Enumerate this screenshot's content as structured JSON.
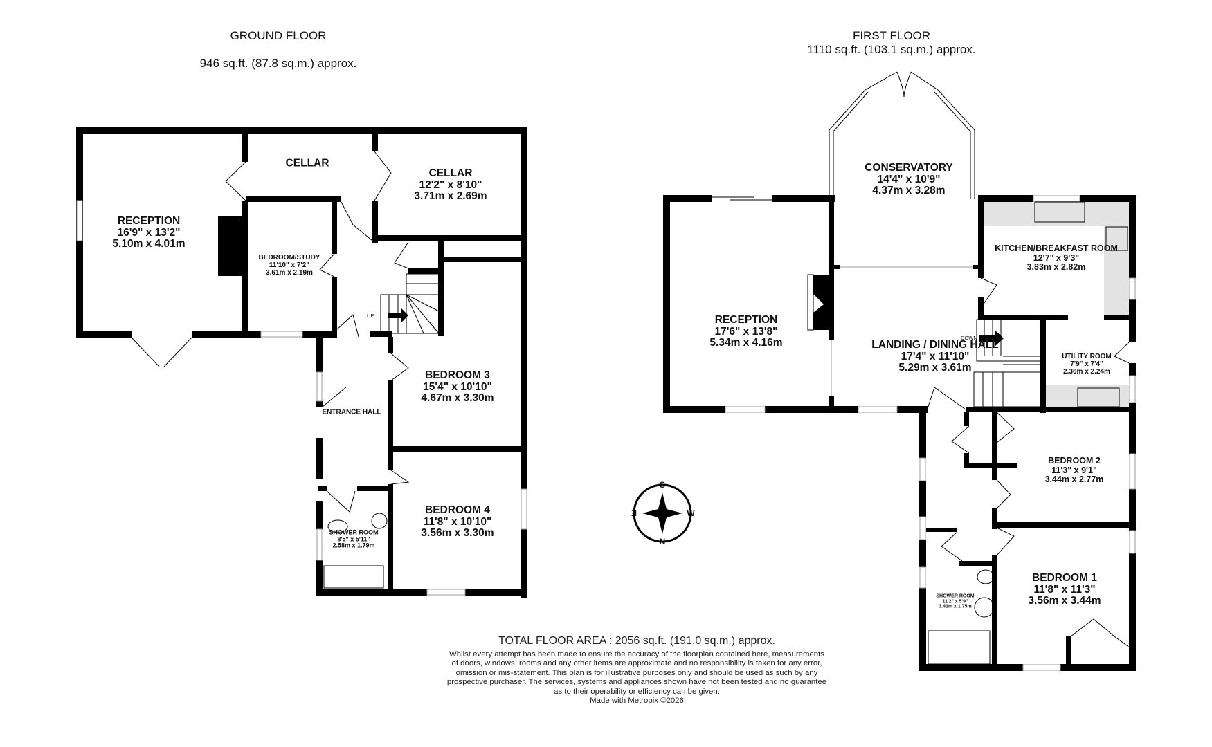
{
  "ground_floor": {
    "title": "GROUND FLOOR",
    "area": "946 sq.ft. (87.8 sq.m.) approx.",
    "rooms": [
      {
        "name": "RECEPTION",
        "imperial": "16'9\"  x 13'2\"",
        "metric": "5.10m  x 4.01m"
      },
      {
        "name": "CELLAR",
        "imperial": "",
        "metric": ""
      },
      {
        "name": "CELLAR",
        "imperial": "12'2\"  x 8'10\"",
        "metric": "3.71m  x 2.69m"
      },
      {
        "name": "BEDROOM/STUDY",
        "imperial": "11'10\"  x 7'2\"",
        "metric": "3.61m  x 2.19m"
      },
      {
        "name": "BEDROOM 3",
        "imperial": "15'4\"  x 10'10\"",
        "metric": "4.67m  x 3.30m"
      },
      {
        "name": "ENTRANCE HALL",
        "imperial": "",
        "metric": ""
      },
      {
        "name": "BEDROOM 4",
        "imperial": "11'8\"  x 10'10\"",
        "metric": "3.56m  x 3.30m"
      },
      {
        "name": "SHOWER ROOM",
        "imperial": "8'5\"  x 5'11\"",
        "metric": "2.58m  x 1.79m"
      }
    ],
    "stairs_label": "UP"
  },
  "first_floor": {
    "title": "FIRST FLOOR",
    "area": "1110 sq.ft. (103.1 sq.m.) approx.",
    "rooms": [
      {
        "name": "CONSERVATORY",
        "imperial": "14'4\"  x 10'9\"",
        "metric": "4.37m  x 3.28m"
      },
      {
        "name": "RECEPTION",
        "imperial": "17'6\"  x 13'8\"",
        "metric": "5.34m  x 4.16m"
      },
      {
        "name": "KITCHEN/BREAKFAST ROOM",
        "imperial": "12'7\"  x 9'3\"",
        "metric": "3.83m  x 2.82m"
      },
      {
        "name": "LANDING / DINING HALL",
        "imperial": "17'4\"  x 11'10\"",
        "metric": "5.29m  x 3.61m"
      },
      {
        "name": "UTILITY ROOM",
        "imperial": "7'9\"  x 7'4\"",
        "metric": "2.36m  x 2.24m"
      },
      {
        "name": "BEDROOM 2",
        "imperial": "11'3\"  x 9'1\"",
        "metric": "3.44m  x 2.77m"
      },
      {
        "name": "BEDROOM 1",
        "imperial": "11'8\"  x 11'3\"",
        "metric": "3.56m  x 3.44m"
      },
      {
        "name": "SHOWER ROOM",
        "imperial": "11'2\"  x 5'9\"",
        "metric": "3.41m  x 1.75m"
      }
    ],
    "stairs_label": "DOWN"
  },
  "compass": {
    "top": "S",
    "bottom": "N",
    "left": "E",
    "right": "W"
  },
  "footer": {
    "total": "TOTAL FLOOR AREA : 2056 sq.ft. (191.0 sq.m.) approx.",
    "disclaimer": [
      "Whilst every attempt has been made to ensure the accuracy of the floorplan contained here, measurements",
      "of doors, windows, rooms and any other items are approximate and no responsibility is taken for any error,",
      "omission or mis-statement. This plan is for illustrative purposes only and should be used as such by any",
      "prospective purchaser. The services, systems and appliances shown have not been tested and no guarantee",
      "as to their operability or efficiency can be given."
    ],
    "credit": "Made with Metropix ©2026"
  },
  "colors": {
    "wall": "#000000",
    "fitting": "#e3e3e3",
    "background": "#ffffff"
  }
}
